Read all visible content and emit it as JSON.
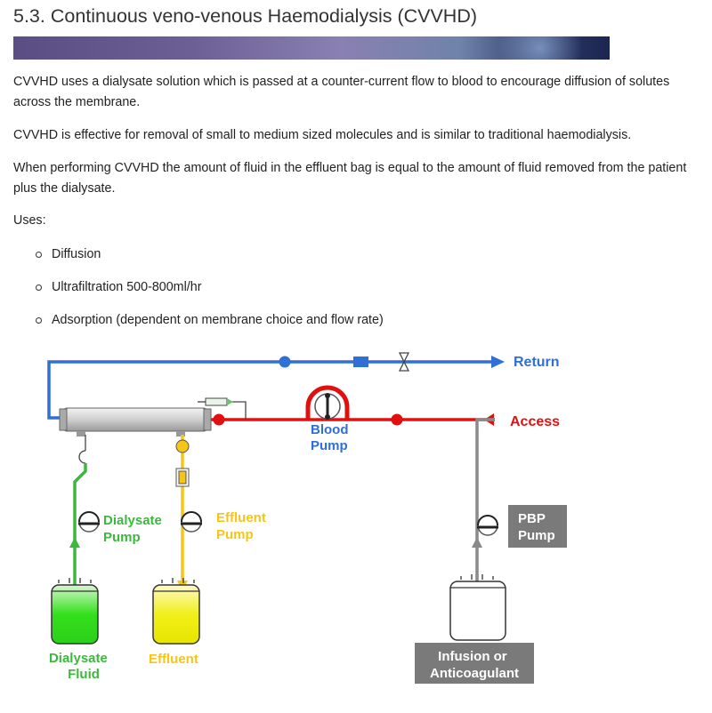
{
  "heading": "5.3. Continuous veno-venous Haemodialysis (CVVHD)",
  "paragraphs": [
    "CVVHD uses a dialysate solution which is passed at a counter-current flow to blood to encourage diffusion of solutes across the membrane.",
    "CVVHD is effective for removal of small to medium sized molecules and is similar to traditional haemodialysis.",
    "When performing CVVHD the amount of fluid in the effluent bag is equal to the amount of fluid removed from the patient plus the dialysate."
  ],
  "uses_label": "Uses:",
  "uses": [
    "Diffusion",
    "Ultrafiltration 500-800ml/hr",
    "Adsorption (dependent on membrane choice and flow rate)"
  ],
  "diagram": {
    "return": "Return",
    "access": "Access",
    "blood_pump": [
      "Blood",
      "Pump"
    ],
    "dialysate_pump": [
      "Dialysate",
      "Pump"
    ],
    "effluent_pump": [
      "Effluent",
      "Pump"
    ],
    "pbp_pump": [
      "PBP",
      "Pump"
    ],
    "dialysate_fluid": [
      "Dialysate",
      "Fluid"
    ],
    "effluent": "Effluent",
    "infusion": [
      "Infusion or",
      "Anticoagulant"
    ],
    "colors": {
      "blue": "#2f6fd6",
      "red": "#e01010",
      "green": "#3cb83c",
      "yellow": "#f5c518",
      "grey": "#8a8a8a"
    }
  }
}
